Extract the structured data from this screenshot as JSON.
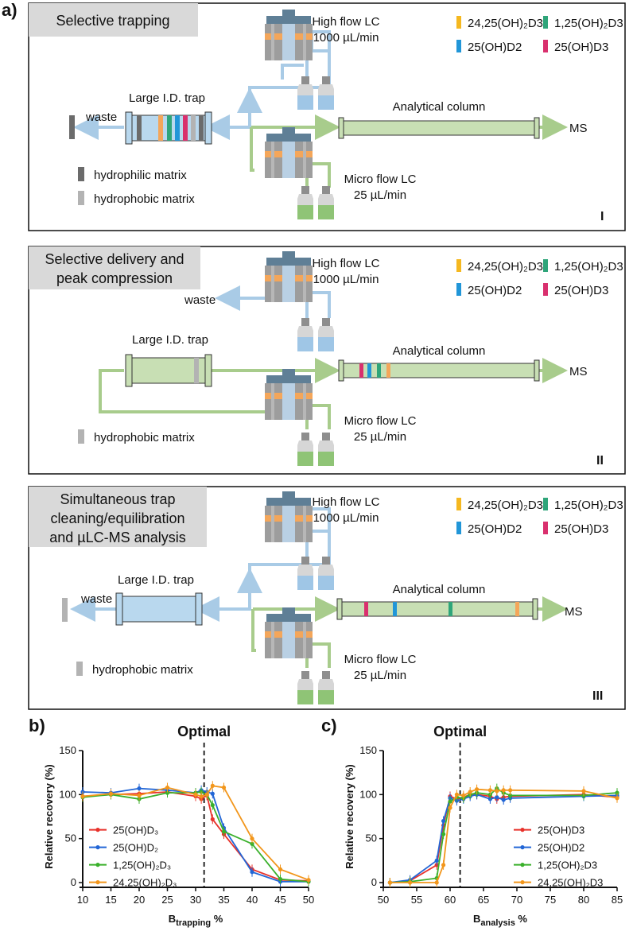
{
  "panel_letters": {
    "a": "a)",
    "b": "b)",
    "c": "c)"
  },
  "panels": [
    {
      "id": "I",
      "title_lines": [
        "Selective trapping"
      ],
      "high_flow": {
        "line1": "High flow LC",
        "line2": "1000 µL/min"
      },
      "micro_flow": {
        "line1": "Micro flow LC",
        "line2": "25 µL/min"
      },
      "trap_label": "Large I.D. trap",
      "waste_label": "waste",
      "column_label": "Analytical column",
      "ms_label": "MS",
      "matrix_labels": [
        "hydrophilic matrix",
        "hydrophobic matrix"
      ],
      "roman": "I"
    },
    {
      "id": "II",
      "title_lines": [
        "Selective delivery and",
        "peak compression"
      ],
      "high_flow": {
        "line1": "High flow LC",
        "line2": "1000 µL/min"
      },
      "micro_flow": {
        "line1": "Micro flow LC",
        "line2": "25 µL/min"
      },
      "trap_label": "Large I.D. trap",
      "waste_label": "waste",
      "column_label": "Analytical column",
      "ms_label": "MS",
      "matrix_labels": [
        "hydrophobic matrix"
      ],
      "roman": "II"
    },
    {
      "id": "III",
      "title_lines": [
        "Simultaneous trap",
        "cleaning/equilibration",
        "and µLC-MS analysis"
      ],
      "high_flow": {
        "line1": "High flow LC",
        "line2": "1000 µL/min"
      },
      "micro_flow": {
        "line1": "Micro flow LC",
        "line2": "25 µL/min"
      },
      "trap_label": "Large I.D. trap",
      "waste_label": "waste",
      "column_label": "Analytical column",
      "ms_label": "MS",
      "matrix_labels": [
        "hydrophobic matrix"
      ],
      "roman": "III"
    }
  ],
  "compound_legend": [
    {
      "label": "24,25(OH)₂D3",
      "color": "#f5b820"
    },
    {
      "label": "1,25(OH)₂D3",
      "color": "#2fa57a"
    },
    {
      "label": "25(OH)D2",
      "color": "#2196d8"
    },
    {
      "label": "25(OH)D3",
      "color": "#d9306e"
    }
  ],
  "colors": {
    "blue_flow": "#a9cbe6",
    "green_flow": "#a8cc8c",
    "trap_blue": "#b9d8ee",
    "column_green": "#c8dfb4",
    "hydrophilic": "#6b6b6b",
    "hydrophobic": "#b3b3b3"
  },
  "chart_data": [
    {
      "type": "line",
      "panel": "b)",
      "annotation": "Optimal",
      "vline_x": 31.5,
      "xlabel": "B",
      "xlabel_sub": "trapping",
      "xlabel_suffix": " %",
      "ylabel": "Relative recovery (%)",
      "xlim": [
        10,
        50
      ],
      "ylim": [
        0,
        150
      ],
      "xticks": [
        10,
        15,
        20,
        25,
        30,
        35,
        40,
        45,
        50
      ],
      "yticks": [
        0,
        50,
        100,
        150
      ],
      "legend_position": "bottom-left",
      "series": [
        {
          "name": "25(OH)D₃",
          "color": "#e8322b",
          "x": [
            10,
            15,
            20,
            25,
            30,
            31,
            32,
            33,
            35,
            40,
            45,
            50
          ],
          "y": [
            98,
            100,
            101,
            103,
            98,
            95,
            99,
            72,
            55,
            15,
            3,
            2
          ]
        },
        {
          "name": "25(OH)D₂",
          "color": "#2266d6",
          "x": [
            10,
            15,
            20,
            25,
            30,
            31,
            32,
            33,
            35,
            40,
            45,
            50
          ],
          "y": [
            103,
            102,
            107,
            105,
            102,
            105,
            103,
            101,
            62,
            12,
            1,
            1
          ]
        },
        {
          "name": "1,25(OH)₂D₃",
          "color": "#3ab02b",
          "x": [
            10,
            15,
            20,
            25,
            30,
            31,
            32,
            33,
            35,
            40,
            45,
            50
          ],
          "y": [
            97,
            100,
            95,
            102,
            102,
            103,
            100,
            88,
            58,
            44,
            4,
            1
          ]
        },
        {
          "name": "24,25(OH)₂D₃",
          "color": "#f2961b",
          "x": [
            10,
            15,
            20,
            25,
            30,
            31,
            32,
            33,
            35,
            40,
            45,
            50
          ],
          "y": [
            98,
            101,
            99,
            108,
            100,
            98,
            100,
            110,
            108,
            50,
            15,
            3
          ]
        }
      ]
    },
    {
      "type": "line",
      "panel": "c)",
      "annotation": "Optimal",
      "vline_x": 61.5,
      "xlabel": "B",
      "xlabel_sub": "analysis",
      "xlabel_suffix": " %",
      "ylabel": "Relative recovery (%)",
      "xlim": [
        50,
        85
      ],
      "ylim": [
        0,
        150
      ],
      "xticks": [
        50,
        55,
        60,
        65,
        70,
        75,
        80,
        85
      ],
      "yticks": [
        0,
        50,
        100,
        150
      ],
      "legend_position": "bottom-right",
      "series": [
        {
          "name": "25(OH)D3",
          "color": "#e8322b",
          "x": [
            51,
            54,
            58,
            59,
            60,
            61,
            62,
            63,
            64,
            66,
            67,
            68,
            69,
            80,
            85
          ],
          "y": [
            0,
            2,
            20,
            65,
            98,
            95,
            97,
            100,
            100,
            98,
            95,
            97,
            98,
            100,
            97
          ]
        },
        {
          "name": "25(OH)D2",
          "color": "#2266d6",
          "x": [
            51,
            54,
            58,
            59,
            60,
            61,
            62,
            63,
            64,
            66,
            67,
            68,
            69,
            80,
            85
          ],
          "y": [
            0,
            3,
            25,
            70,
            96,
            93,
            95,
            98,
            100,
            95,
            97,
            94,
            96,
            98,
            99
          ]
        },
        {
          "name": "1,25(OH)₂D3",
          "color": "#3ab02b",
          "x": [
            51,
            54,
            58,
            59,
            60,
            61,
            62,
            63,
            64,
            66,
            67,
            68,
            69,
            80,
            85
          ],
          "y": [
            0,
            1,
            5,
            55,
            92,
            97,
            96,
            100,
            102,
            100,
            107,
            102,
            99,
            99,
            102
          ]
        },
        {
          "name": "24,25(OH)₂D3",
          "color": "#f2961b",
          "x": [
            51,
            54,
            58,
            59,
            60,
            61,
            62,
            63,
            64,
            66,
            67,
            68,
            69,
            80,
            85
          ],
          "y": [
            0,
            0,
            0,
            20,
            85,
            100,
            99,
            103,
            106,
            105,
            104,
            105,
            105,
            104,
            96
          ]
        }
      ]
    }
  ]
}
